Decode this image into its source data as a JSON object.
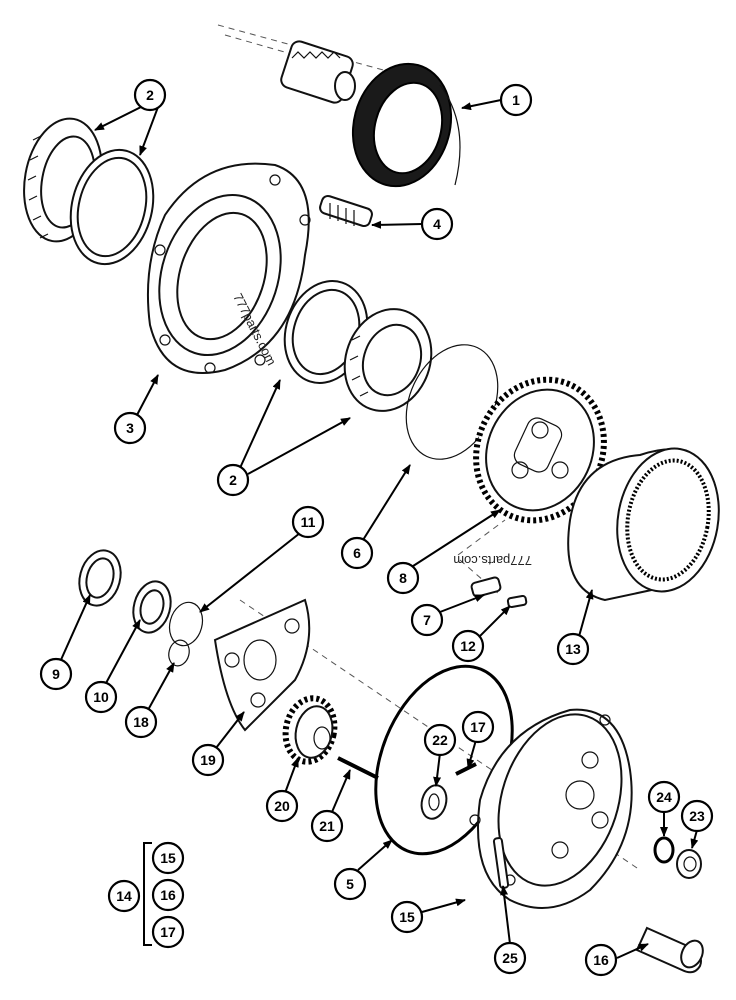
{
  "watermarks": [
    "777parts.com",
    "777parts.com"
  ],
  "callouts": [
    {
      "label": "1"
    },
    {
      "label": "2"
    },
    {
      "label": "4"
    },
    {
      "label": "3"
    },
    {
      "label": "2"
    },
    {
      "label": "6"
    },
    {
      "label": "8"
    },
    {
      "label": "7"
    },
    {
      "label": "12"
    },
    {
      "label": "13"
    },
    {
      "label": "11"
    },
    {
      "label": "9"
    },
    {
      "label": "10"
    },
    {
      "label": "18"
    },
    {
      "label": "19"
    },
    {
      "label": "20"
    },
    {
      "label": "21"
    },
    {
      "label": "22"
    },
    {
      "label": "17"
    },
    {
      "label": "5"
    },
    {
      "label": "15"
    },
    {
      "label": "25"
    },
    {
      "label": "16"
    },
    {
      "label": "24"
    },
    {
      "label": "23"
    }
  ],
  "kit_legend": {
    "parent": "14",
    "children": [
      "15",
      "16",
      "17"
    ]
  }
}
